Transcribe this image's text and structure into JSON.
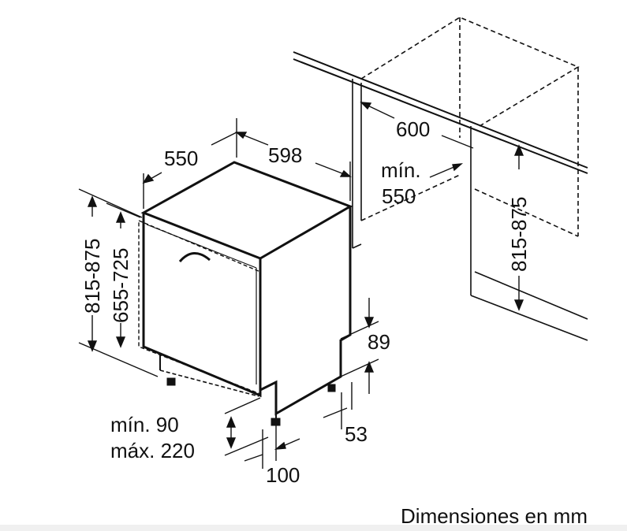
{
  "diagram": {
    "caption": "Dimensiones en mm",
    "dimensions": {
      "depth": "550",
      "width": "598",
      "height_range": "815-875",
      "door_height_range": "655-725",
      "niche_width": "600",
      "niche_depth_label": "mín.",
      "niche_depth_value": "550",
      "niche_height_range": "815-875",
      "plinth_height": "89",
      "foot_height": "53",
      "plinth_min": "mín. 90",
      "plinth_max": "máx. 220",
      "plinth_recess": "100"
    }
  }
}
